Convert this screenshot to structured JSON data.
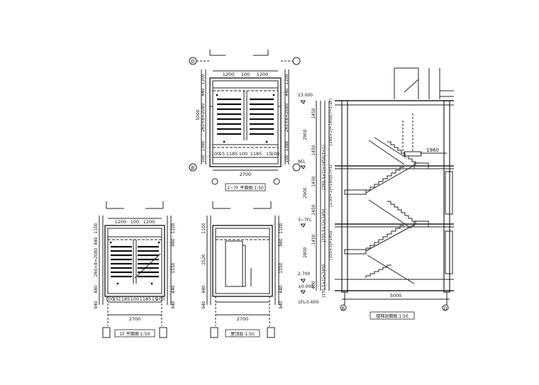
{
  "plan_top": {
    "grid_top": "D",
    "grid_bottom": "B",
    "dims_top": [
      "1200",
      "100",
      "1200"
    ],
    "dims_bottom": [
      "100",
      "15",
      "1185",
      "100",
      "1185",
      "15",
      "100"
    ],
    "dims_left": [
      "1100",
      "440",
      "5000",
      "260×8=2080",
      "1380",
      "100"
    ],
    "dims_right": [
      "1100",
      "440",
      "260×8=2080",
      "1380",
      "100"
    ],
    "overall_width": "2700",
    "caption": "2~7F 平面图  1:50"
  },
  "plan_first": {
    "dims_top": [
      "1200",
      "100",
      "1200"
    ],
    "dims_bottom": [
      "100",
      "15",
      "1185",
      "100",
      "1185",
      "15",
      "100"
    ],
    "dims_left": [
      "1100",
      "440",
      "260×8=2080",
      "440",
      "940"
    ],
    "dims_right": [
      "1100",
      "960",
      "1550",
      "440",
      "940"
    ],
    "overall_width": "2700",
    "caption": "1F 平面图  1:50"
  },
  "plan_roof": {
    "dims_left": [
      "1100",
      "2520",
      "440",
      "940"
    ],
    "dims_right": [
      "1100",
      "960",
      "1550",
      "440",
      "940"
    ],
    "overall_width": "2700",
    "caption": "屋顶层  1:50"
  },
  "section": {
    "grid_left": "B",
    "grid_right": "D",
    "overall_width": "5000",
    "dim_1960": "1960",
    "level_top": "23.000",
    "level_8f": "8FL",
    "level_3_7f": "3~7FL",
    "level_2f": "2.700",
    "level_1f": "1FL",
    "level_ground": "-0.600",
    "level_small": "±0.000",
    "dims_vertical": [
      "1450",
      "2900",
      "1450",
      "1450",
      "2900",
      "1450",
      "2800",
      "1450",
      "400"
    ],
    "flight_labels": [
      "[260×1]=1450(7=1-2F)",
      "[260.5×1]=1450(7=1)",
      "[2.00=1]=1450(7=1)",
      "[155.5×1]=1450",
      "[150×1]=1450",
      "[155.5×1]=1450"
    ],
    "caption": "楼梯剖面图  1:50"
  }
}
